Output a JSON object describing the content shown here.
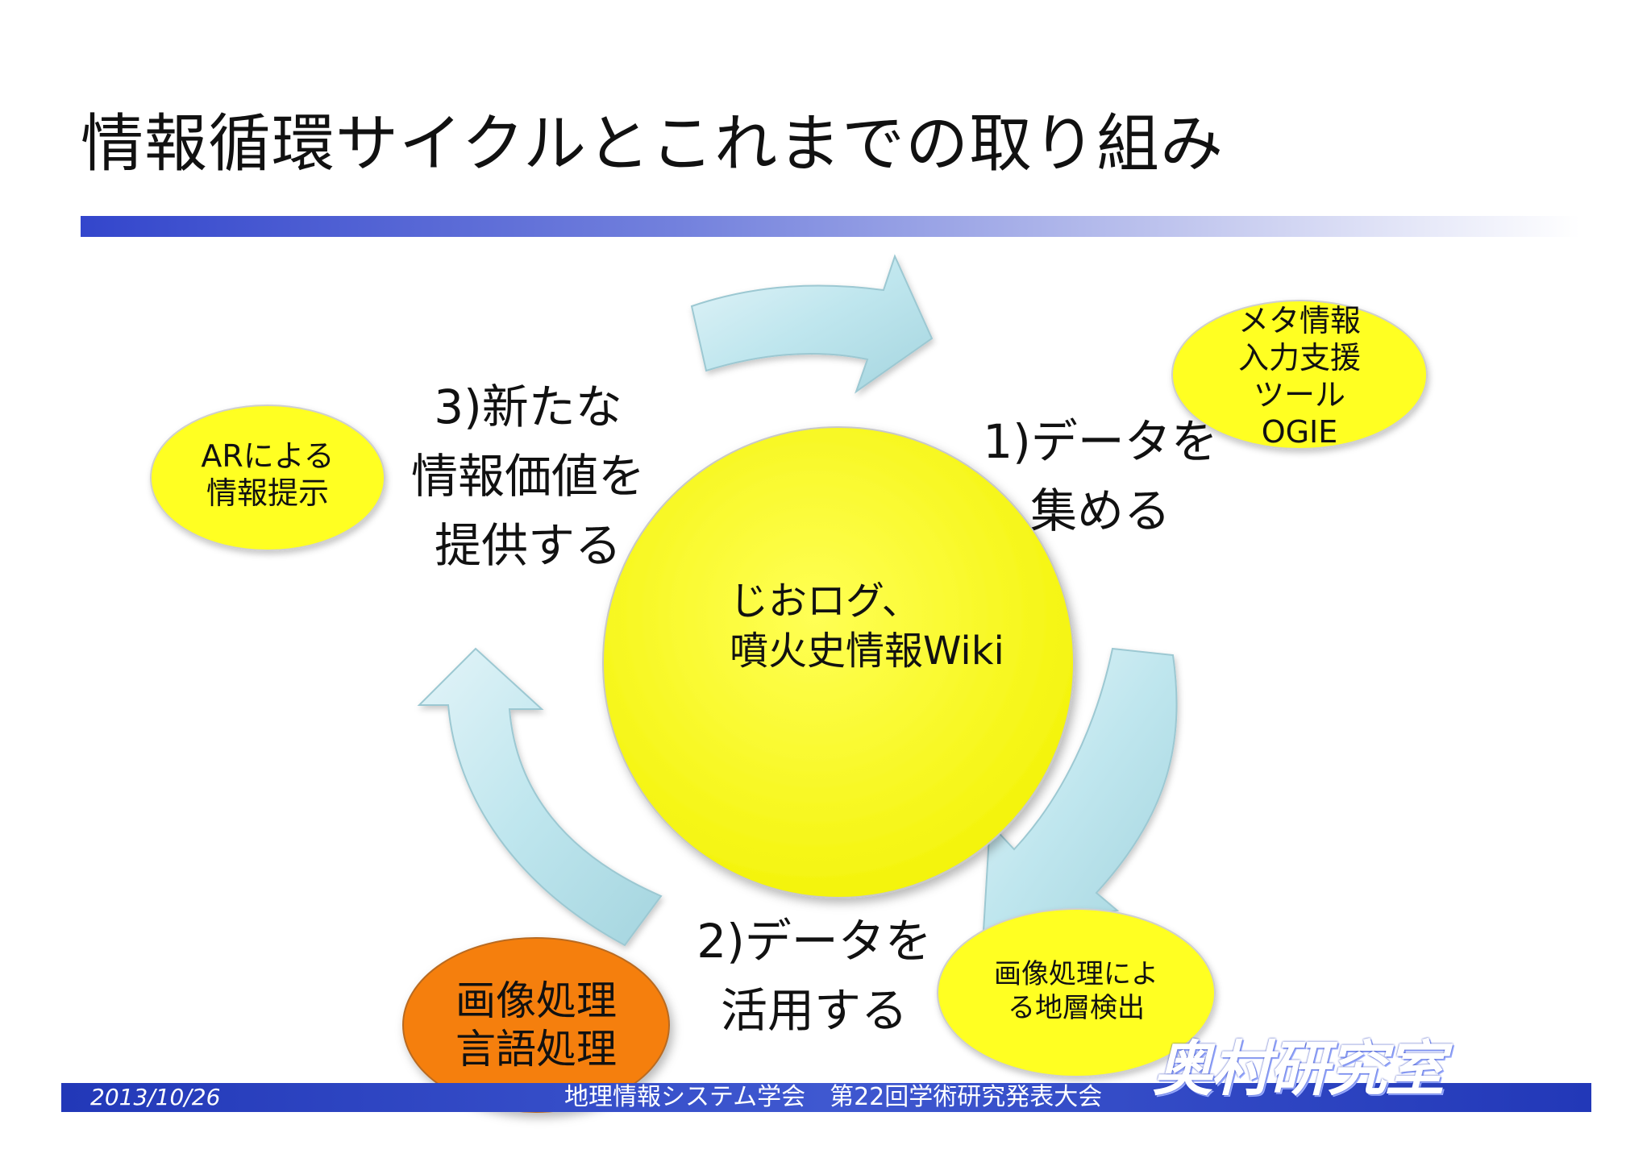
{
  "title": "情報循環サイクルとこれまでの取り組み",
  "center": {
    "line1": "じおログ、",
    "line2": "噴火史情報Wiki"
  },
  "steps": {
    "collect": {
      "line1": "1)データを",
      "line2": "集める"
    },
    "use": {
      "line1": "2)データを",
      "line2": "活用する"
    },
    "provide": {
      "line1": "3)新たな",
      "line2": "情報価値を",
      "line3": "提供する"
    }
  },
  "bubbles": {
    "meta_tool": {
      "line1": "メタ情報",
      "line2": "入力支援",
      "line3": "ツール",
      "line4": "OGIE"
    },
    "ar": {
      "line1": "ARによる",
      "line2": "情報提示"
    },
    "strata": {
      "line1": "画像処理によ",
      "line2": "る地層検出"
    },
    "processing": {
      "line1": "画像処理",
      "line2": "言語処理"
    }
  },
  "footer": {
    "date": "2013/10/26",
    "conference": "地理情報システム学会　第22回学術研究発表大会"
  },
  "colors": {
    "center_fill": "#ffff00",
    "bubble_fill": "#ffff1a",
    "processing_fill": "#f57f0a",
    "arrow_fill": "#bfe6ee",
    "title_bar": "#3346cc",
    "footer_bar": "#2238b8"
  }
}
